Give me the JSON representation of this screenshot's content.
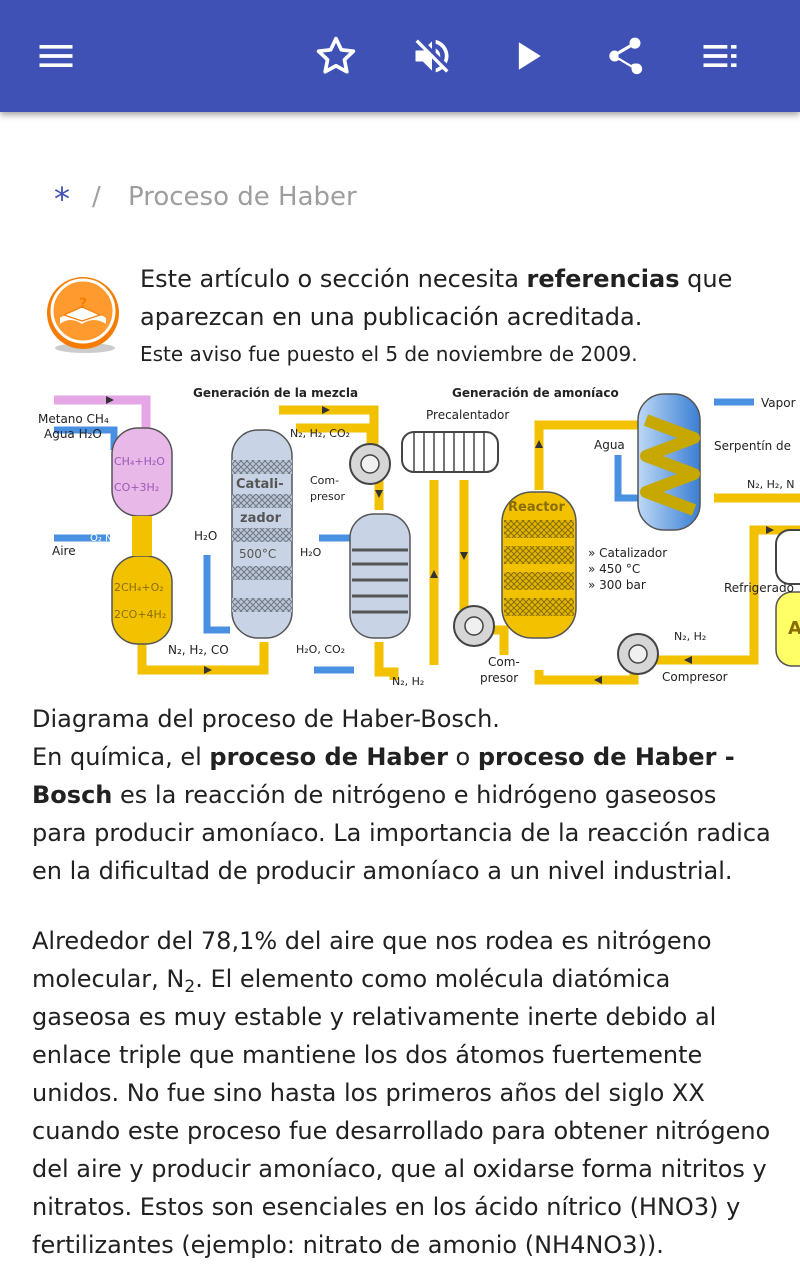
{
  "toolbar": {
    "icons": [
      "menu-icon",
      "star-icon",
      "volume-off-icon",
      "play-icon",
      "share-icon",
      "playlist-icon"
    ],
    "color": "#3f51b5"
  },
  "breadcrumb": {
    "home": "*",
    "separator": "/",
    "current": "Proceso de Haber"
  },
  "notice": {
    "line_pre": "Este artículo o sección necesita ",
    "line_bold": "referencias",
    "line_post": " que aparezcan en una publicación acreditada.",
    "sub": "Este aviso fue puesto el 5 de noviembre de 2009."
  },
  "diagram": {
    "title_mix": "Generación de la mezcla",
    "title_ammonia": "Generación de amoníaco",
    "methane": "Metano CH₄",
    "water": "Agua   H₂O",
    "air": "Aire",
    "o2n2": "O₂ N₂",
    "reformer_top_1": "CH₄+H₂O",
    "reformer_top_2": "CO+3H₂",
    "reformer_bot_1": "2CH₄+O₂",
    "reformer_bot_2": "2CO+4H₂",
    "out_left": "N₂, H₂, CO",
    "h2o_a": "H₂O",
    "catalyst_1": "Catali-",
    "catalyst_2": "zador",
    "temp": "500°C",
    "n2h2co2": "N₂, H₂, CO₂",
    "compressor_a_1": "Com-",
    "compressor_a_2": "presor",
    "h2o_b": "H₂O",
    "h2oco2": "H₂O, CO₂",
    "n2h2_bottom": "N₂, H₂",
    "preheater": "Precalentador",
    "reactor": "Reactor",
    "compressor_b_1": "Com-",
    "compressor_b_2": "presor",
    "water_right": "Agua",
    "coil": "Serpentín de",
    "steam": "Vapor",
    "cond_1": "» Catalizador",
    "cond_2": "» 450 °C",
    "cond_3": "» 300 bar",
    "n2h2_right": "N₂, H₂, N",
    "refrigerated": "Refrigerado",
    "n2h2_loop": "N₂, H₂",
    "compressor_c": "Compresor",
    "cut_letter": "A"
  },
  "article": {
    "caption": "Diagrama del proceso de Haber-Bosch.",
    "p1_a": "En química, el ",
    "p1_b1": "proceso de Haber",
    "p1_c": " o ",
    "p1_b2": "proceso de Haber - Bosch",
    "p1_d": " es la reacción de nitrógeno e hidrógeno gaseosos para producir amoníaco. La importancia de la reacción radica en la dificultad de producir amoníaco a un nivel industrial.",
    "p2_a": "Alrededor del 78,1% del aire que nos rodea es nitrógeno molecular, N",
    "p2_sub": "2",
    "p2_b": ". El elemento como molécula diatómica gaseosa es muy estable y relativamente inerte debido al enlace triple que mantiene los dos átomos fuertemente unidos. No fue sino hasta los primeros años del siglo XX cuando este proceso fue desarrollado para obtener nitrógeno del aire y producir amoníaco, que al oxidarse forma nitritos y nitratos. Estos son esenciales en los ácido nítrico (HNO3) y fertilizantes (ejemplo: nitrato de amonio (NH4NO3))."
  }
}
